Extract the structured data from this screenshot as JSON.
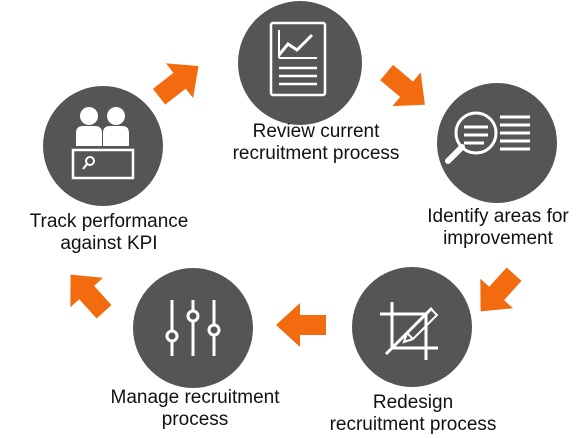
{
  "accent_color": "#f26b0f",
  "circle_color": "#555555",
  "steps": [
    {
      "icon": "chart-document-icon",
      "lines": [
        "Review current",
        "recruitment process"
      ]
    },
    {
      "icon": "magnifier-list-icon",
      "lines": [
        "Identify areas for",
        "improvement"
      ]
    },
    {
      "icon": "crop-pencil-icon",
      "lines": [
        "Redesign",
        "recruitment process"
      ]
    },
    {
      "icon": "sliders-icon",
      "lines": [
        "Manage recruitment",
        "process"
      ]
    },
    {
      "icon": "people-search-icon",
      "lines": [
        "Track performance",
        "against KPI"
      ]
    }
  ]
}
